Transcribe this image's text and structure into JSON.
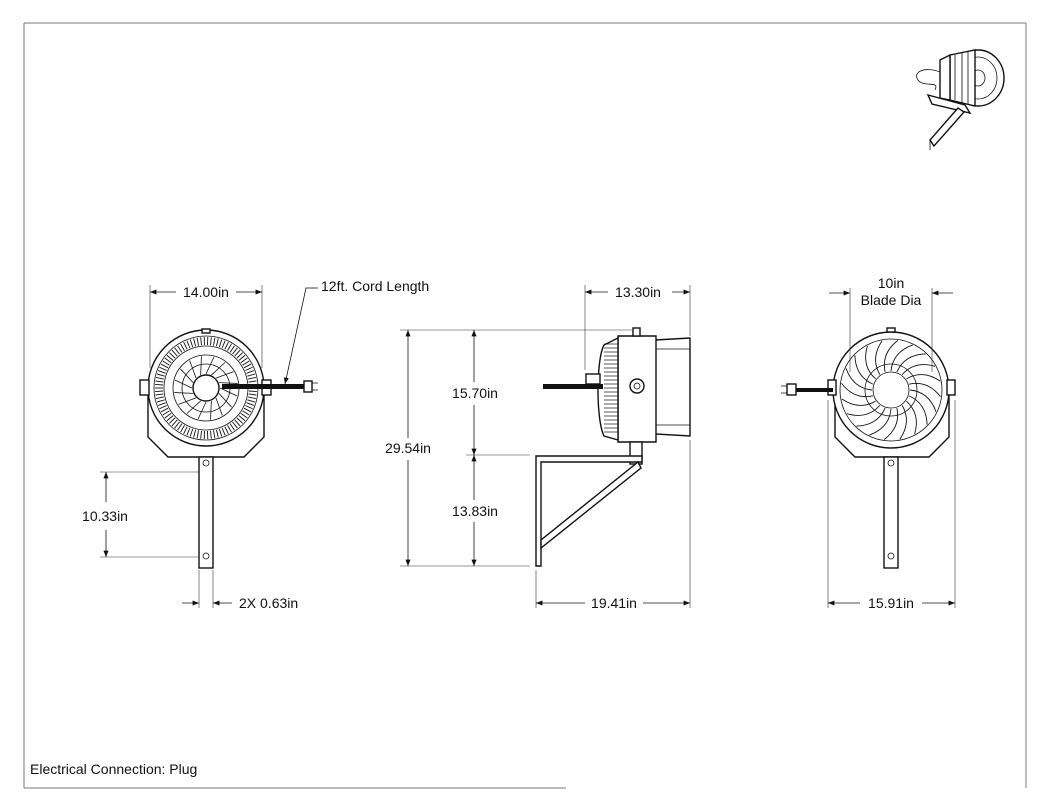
{
  "drawing": {
    "note": "Electrical Connection: Plug",
    "front_view": {
      "width": "14.00in",
      "cord": "12ft. Cord Length",
      "bracket": "10.33in",
      "holes": "2X 0.63in"
    },
    "side_view": {
      "depth": "13.30in",
      "overall_height": "29.54in",
      "upper_height": "15.70in",
      "lower_height": "13.83in",
      "reach": "19.41in"
    },
    "back_view": {
      "blade_size": "10in",
      "blade_caption": "Blade Dia",
      "width": "15.91in"
    }
  }
}
